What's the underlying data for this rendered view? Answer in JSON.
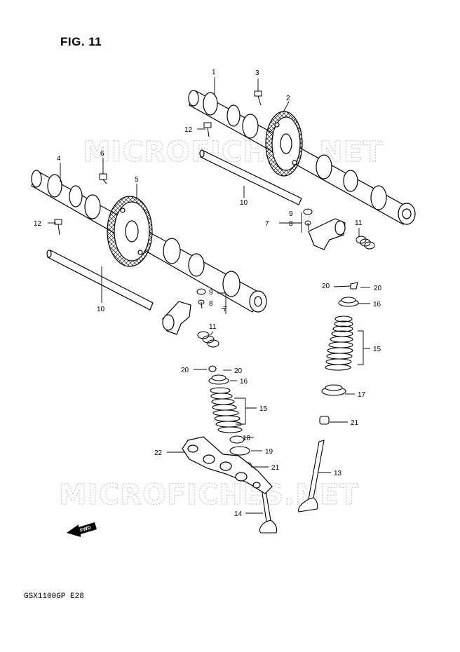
{
  "figure": {
    "title": "FIG. 11",
    "footer": "GSX1100GP  E28",
    "watermark": "MICROFICHES.NET",
    "fwd_label": "FWD"
  },
  "callouts": {
    "c1": "1",
    "c2": "2",
    "c3": "3",
    "c4": "4",
    "c5": "5",
    "c6": "6",
    "c7a": "7",
    "c7b": "7",
    "c8a": "8",
    "c8b": "8",
    "c9a": "9",
    "c9b": "9",
    "c10a": "10",
    "c10b": "10",
    "c11a": "11",
    "c11b": "11",
    "c12a": "12",
    "c12b": "12",
    "c13": "13",
    "c14": "14",
    "c15a": "15",
    "c15b": "15",
    "c16a": "16",
    "c16b": "16",
    "c17": "17",
    "c18": "18",
    "c19": "19",
    "c20a": "20",
    "c20b": "20",
    "c20c": "20",
    "c20d": "20",
    "c21a": "21",
    "c21b": "21",
    "c22": "22"
  }
}
